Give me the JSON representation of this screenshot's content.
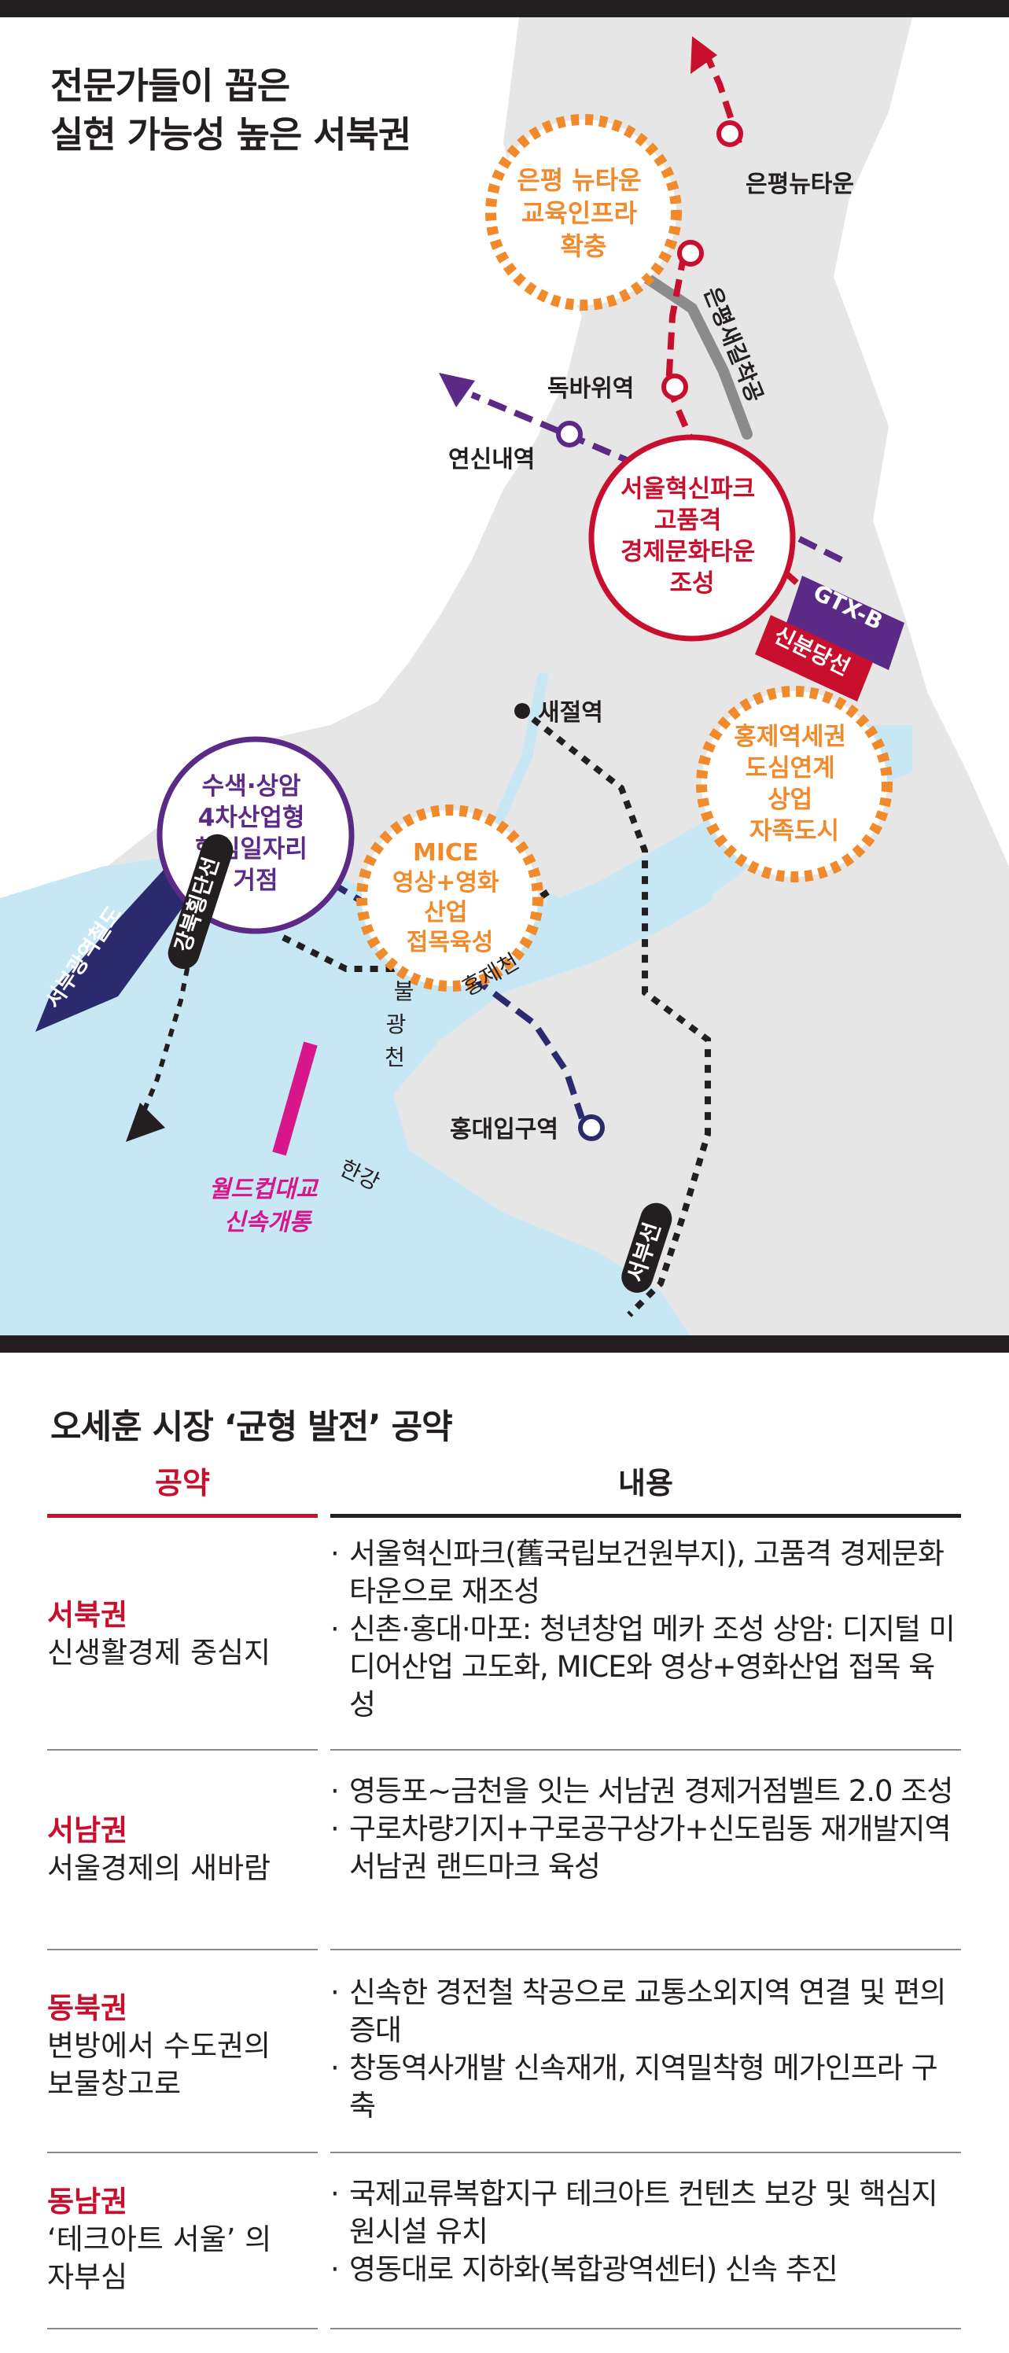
{
  "map": {
    "title_lines": [
      "전문가들이 꼽은",
      "실현 가능성 높은 서북권"
    ],
    "stations": {
      "eunpyeong_newtown": "은평뉴타운",
      "dokbawi": "독바위역",
      "yeonsinnae": "연신내역",
      "saejeol": "새절역",
      "hongik_univ": "홍대입구역"
    },
    "lines": {
      "gtx_b": "GTX-B",
      "sinbundang": "신분당선",
      "eunpyeong_saegil": "은평새길착공",
      "seobu_gwangyeok": "서부광역철도",
      "gangbuk_hoengdan": "강북횡단선",
      "seobu_line": "서부선"
    },
    "rivers": {
      "han": "한강",
      "bulgwang": "불광천",
      "hongje": "홍제천"
    },
    "worldcup_bridge": [
      "월드컵대교",
      "신속개통"
    ],
    "hubs": {
      "eunpyeong": [
        "은평 뉴타운",
        "교육인프라",
        "확충"
      ],
      "innovation": [
        "서울혁신파크",
        "고품격",
        "경제문화타운",
        "조성"
      ],
      "hongje": [
        "홍제역세권",
        "도심연계",
        "상업",
        "자족도시"
      ],
      "susaek": [
        "수색·상암",
        "4차산업형",
        "핵심일자리",
        "거점"
      ],
      "mice": [
        "MICE",
        "영상+영화",
        "산업",
        "접목육성"
      ]
    },
    "colors": {
      "land": "#e6e6e7",
      "river": "#c8e7f5",
      "orange": "#f08a2b",
      "red": "#c8102e",
      "purple": "#5b2a86",
      "navy": "#2b2a6e",
      "gray": "#8b8b8b",
      "magenta": "#d6168a"
    }
  },
  "table": {
    "title": "오세훈 시장 ‘균형 발전’ 공약",
    "headers": {
      "pledge": "공약",
      "content": "내용"
    },
    "rows": [
      {
        "region": "서북권",
        "subtitle": "신생활경제 중심지",
        "items": [
          "서울혁신파크(舊국립보건원부지), 고품격 경제문화타운으로 재조성",
          "신촌·홍대·마포: 청년창업 메카 조성 상암: 디지털 미디어산업 고도화, MICE와 영상+영화산업 접목 육성"
        ]
      },
      {
        "region": "서남권",
        "subtitle": "서울경제의 새바람",
        "items": [
          "영등포~금천을 잇는 서남권 경제거점벨트 2.0 조성",
          "구로차량기지+구로공구상가+신도림동 재개발지역 서남권 랜드마크 육성"
        ]
      },
      {
        "region": "동북권",
        "subtitle": "변방에서 수도권의\n보물창고로",
        "items": [
          "신속한 경전철 착공으로 교통소외지역 연결 및 편의 증대",
          "창동역사개발 신속재개, 지역밀착형 메가인프라 구축"
        ]
      },
      {
        "region": "동남권",
        "subtitle": "‘테크아트 서울’ 의\n자부심",
        "items": [
          "국제교류복합지구 테크아트 컨텐츠 보강 및 핵심지원시설 유치",
          "영동대로 지하화(복합광역센터) 신속 추진"
        ]
      }
    ]
  }
}
